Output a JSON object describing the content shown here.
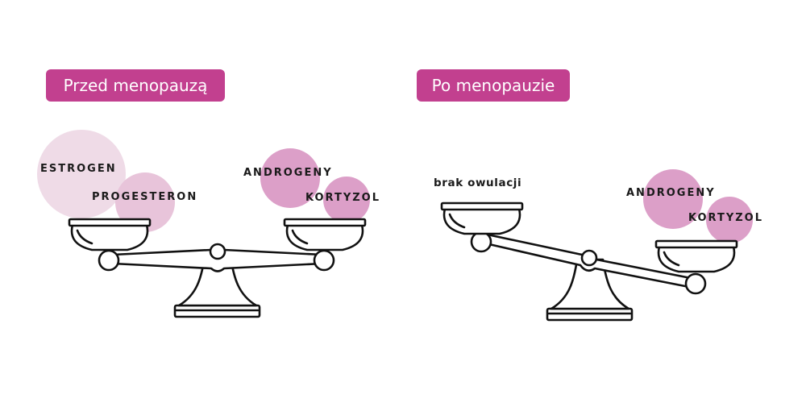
{
  "before": {
    "title": "Przed menopauzą",
    "left_pan": [
      "ESTROGEN",
      "PROGESTERON"
    ],
    "right_pan": [
      "ANDROGENY",
      "KORTYZOL"
    ]
  },
  "after": {
    "title": "Po menopauzie",
    "left_pan": [
      "brak owulacji"
    ],
    "right_pan": [
      "ANDROGENY",
      "KORTYZOL"
    ]
  },
  "colors": {
    "badge": "#c2408f",
    "circle_light": "#eedce7",
    "circle_medium": "#e8c3d9",
    "circle_strong": "#dc9ec8"
  }
}
